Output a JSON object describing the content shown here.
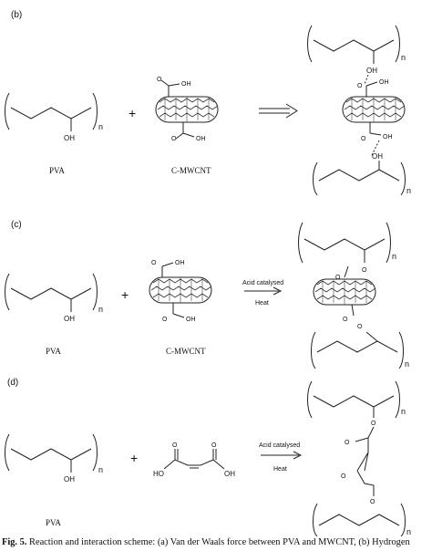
{
  "panels": {
    "b": {
      "label": "(b)",
      "pva_label": "PVA",
      "cnt_label": "C-MWCNT",
      "oh": "OH",
      "cooh": "OH",
      "n": "n",
      "product_oh_top": "OH",
      "product_oh_bottom": "OH"
    },
    "c": {
      "label": "(c)",
      "pva_label": "PVA",
      "cnt_label": "C-MWCNT",
      "oh": "OH",
      "cooh": "OH",
      "n": "n",
      "condition_top": "Acid catalysed",
      "condition_bottom": "Heat"
    },
    "d": {
      "label": "(d)",
      "pva_label": "PVA",
      "oh": "OH",
      "acid_ho": "HO",
      "acid_oh": "OH",
      "n": "n",
      "condition_top": "Acid catalysed",
      "condition_bottom": "Heat"
    }
  },
  "plus_sign": "+",
  "atoms": {
    "O": "O"
  },
  "caption": {
    "figure_label": "Fig. 5.",
    "text": "Reaction and interaction scheme: (a) Van der Waals force between PVA and MWCNT, (b) Hydrogen"
  }
}
